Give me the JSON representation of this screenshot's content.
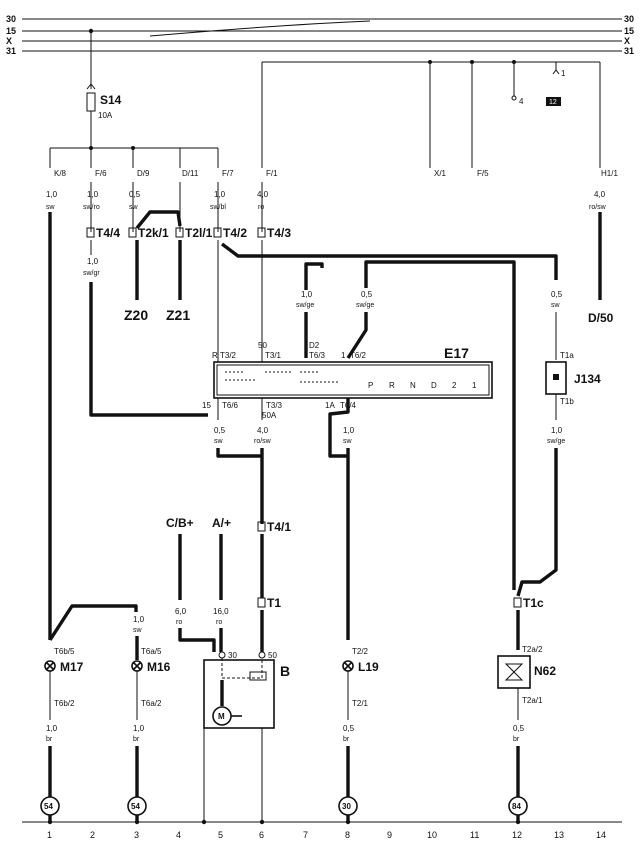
{
  "rails": {
    "left": [
      "30",
      "15",
      "X",
      "31"
    ],
    "right": [
      "30",
      "15",
      "X",
      "31"
    ]
  },
  "fuse": {
    "name": "S14",
    "rating": "10A"
  },
  "connectors": {
    "k8": "K/8",
    "f6": "F/6",
    "d9": "D/9",
    "d11": "D/11",
    "f7": "F/7",
    "f1": "F/1",
    "x1": "X/1",
    "f5": "F/5",
    "h11": "H1/1"
  },
  "wires": {
    "c1": {
      "size": "1,0",
      "color": "sw"
    },
    "c3": {
      "size": "1,0",
      "color": "sw/ro"
    },
    "c4": {
      "size": "0,5",
      "color": "sw"
    },
    "c5": {
      "size": "1,0",
      "color": "sw/bl"
    },
    "c6": {
      "size": "4,0",
      "color": "ro"
    },
    "c14": {
      "size": "4,0",
      "color": "ro/sw"
    },
    "t44down": {
      "size": "1,0",
      "color": "sw/gr"
    },
    "sw_ge_left": {
      "size": "1,0",
      "color": "sw/ge"
    },
    "sw_ge_right": {
      "size": "0,5",
      "color": "sw/ge"
    },
    "c13_upper": {
      "size": "0,5",
      "color": "sw"
    },
    "e17_out_left": {
      "size": "0,5",
      "color": "sw"
    },
    "e17_out_mid": {
      "size": "4,0",
      "color": "ro/sw"
    },
    "e17_out_right": {
      "size": "1,0",
      "color": "sw"
    },
    "j134_out": {
      "size": "1,0",
      "color": "sw/ge"
    },
    "m16_in": {
      "size": "1,0",
      "color": "sw"
    },
    "cb_in": {
      "size": "6,0",
      "color": "ro"
    },
    "a_in": {
      "size": "16,0",
      "color": "ro"
    },
    "gnd1": {
      "size": "1,0",
      "color": "br"
    },
    "gnd3": {
      "size": "1,0",
      "color": "br"
    },
    "gnd8": {
      "size": "0,5",
      "color": "br"
    },
    "gnd12": {
      "size": "0,5",
      "color": "br"
    }
  },
  "terminals": {
    "t44": "T4/4",
    "t2k1": "T2k/1",
    "t2l1": "T2l/1",
    "t42": "T4/2",
    "t43": "T4/3",
    "t41": "T4/1",
    "t1": "T1",
    "t1c": "T1c",
    "t1a": "T1a",
    "t1b": "T1b",
    "t6b5": "T6b/5",
    "t6b2": "T6b/2",
    "t6a5": "T6a/5",
    "t6a2": "T6a/2",
    "t22": "T2/2",
    "t21": "T2/1",
    "t2a2": "T2a/2",
    "t2a1": "T2a/1"
  },
  "e17": {
    "name": "E17",
    "top_pins": [
      "R",
      "T3/2",
      "50",
      "T3/1",
      "D2",
      "T6/3",
      "1",
      "T6/2"
    ],
    "bottom_pins": [
      "15",
      "T6/6",
      "T3/3",
      "50A",
      "1A",
      "T6/4"
    ],
    "gears": [
      "P",
      "R",
      "N",
      "D",
      "2",
      "1"
    ]
  },
  "components": {
    "z20": "Z20",
    "z21": "Z21",
    "d50": "D/50",
    "j134": "J134",
    "m17": "M17",
    "m16": "M16",
    "b": "B",
    "l19": "L19",
    "n62": "N62",
    "cb": "C/B+",
    "a": "A/+"
  },
  "starter": {
    "pin30": "30",
    "pin50": "50"
  },
  "misc": {
    "pin4": "4",
    "pin1": "1",
    "box": "12"
  },
  "grounds": [
    "54",
    "54",
    "30",
    "84"
  ],
  "grid": [
    "1",
    "2",
    "3",
    "4",
    "5",
    "6",
    "7",
    "8",
    "9",
    "10",
    "11",
    "12",
    "13",
    "14"
  ]
}
